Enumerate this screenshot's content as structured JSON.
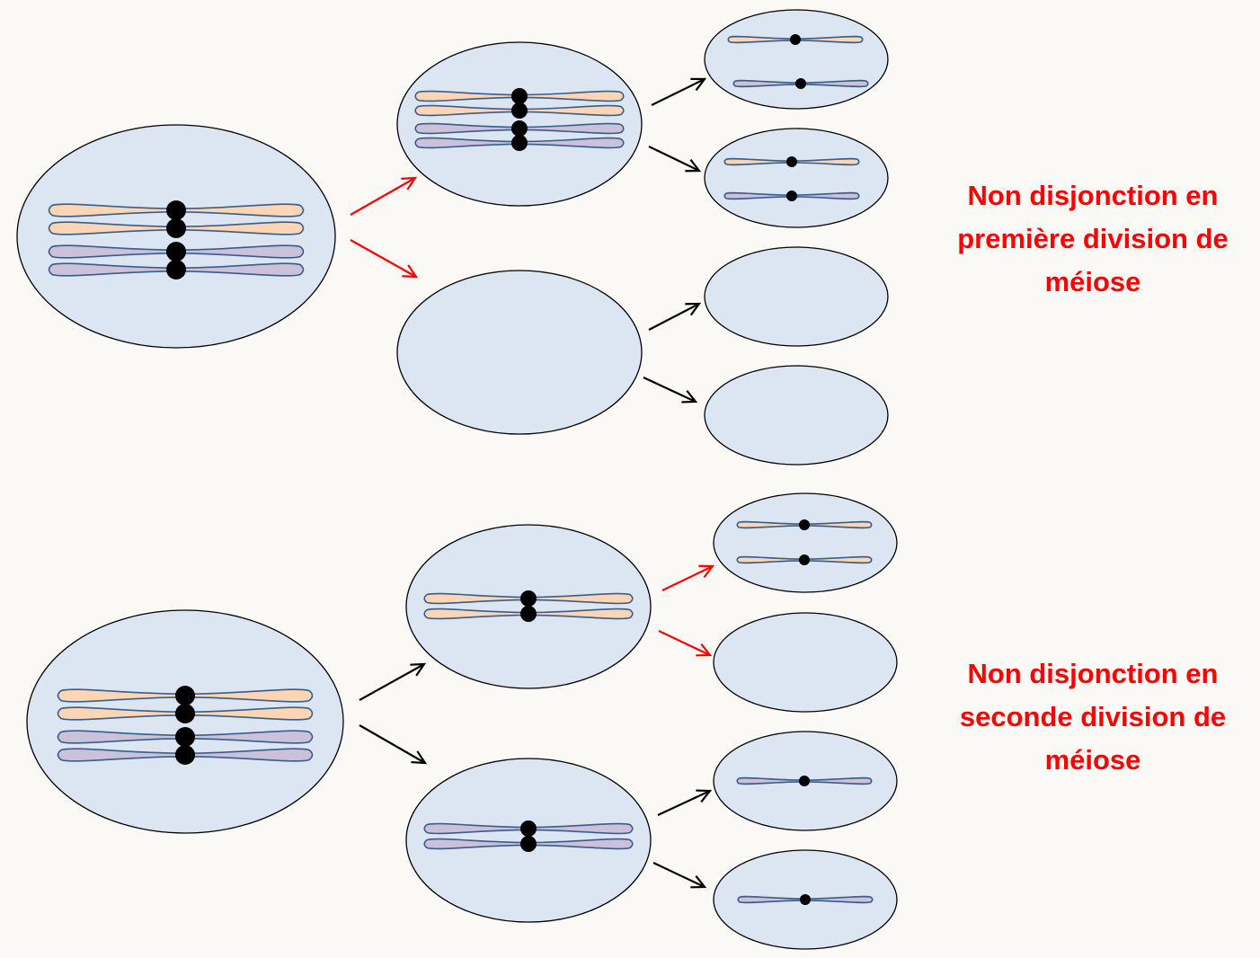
{
  "colors": {
    "label": "#ff0000",
    "red_arrow": "#ff0000",
    "black_arrow": "#000000",
    "chromosome_orange": "#fcd5b5",
    "chromosome_purple": "#ccc1da",
    "cell_fill": "#dce6f2"
  },
  "labels": {
    "first_division": [
      "Non disjonction en",
      "première division de",
      "méiose"
    ],
    "second_division": [
      "Non disjonction en",
      "seconde division de",
      "méiose"
    ]
  }
}
